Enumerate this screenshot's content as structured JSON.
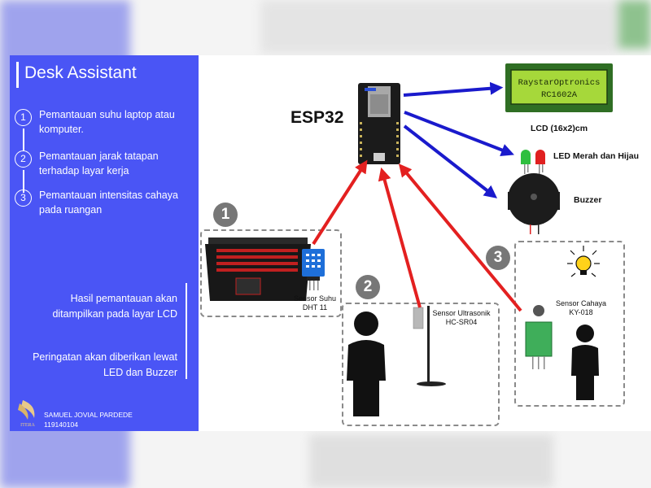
{
  "panel": {
    "title": "Desk Assistant",
    "steps": [
      {
        "num": "1",
        "text": "Pemantauan suhu laptop atau komputer."
      },
      {
        "num": "2",
        "text": "Pemantauan jarak tatapan terhadap layar kerja"
      },
      {
        "num": "3",
        "text": "Pemantauan intensitas cahaya pada ruangan"
      }
    ],
    "notes": [
      "Hasil pemantauan akan ditampilkan pada layar LCD",
      "Peringatan akan diberikan lewat LED dan Buzzer"
    ],
    "author_name": "SAMUEL JOVIAL PARDEDE",
    "author_id": "119140104",
    "logo_text": "ITERA"
  },
  "diagram": {
    "controller_label": "ESP32",
    "lcd_screen_line1": "RaystarOptronics",
    "lcd_screen_line2": "RC1602A",
    "lcd_label": "LCD (16x2)cm",
    "led_label": "LED Merah dan Hijau",
    "buzzer_label": "Buzzer",
    "groups": [
      {
        "num": "1",
        "sensor_line1": "Sensor Suhu",
        "sensor_line2": "DHT 11"
      },
      {
        "num": "2",
        "sensor_line1": "Sensor Ultrasonik",
        "sensor_line2": "HC-SR04"
      },
      {
        "num": "3",
        "sensor_line1": "Sensor Cahaya",
        "sensor_line2": "KY-018"
      }
    ]
  },
  "colors": {
    "panel_bg": "#4a55f5",
    "output_arrow": "#1a1acc",
    "input_arrow": "#e32020",
    "lcd_screen": "#a6d83a"
  }
}
